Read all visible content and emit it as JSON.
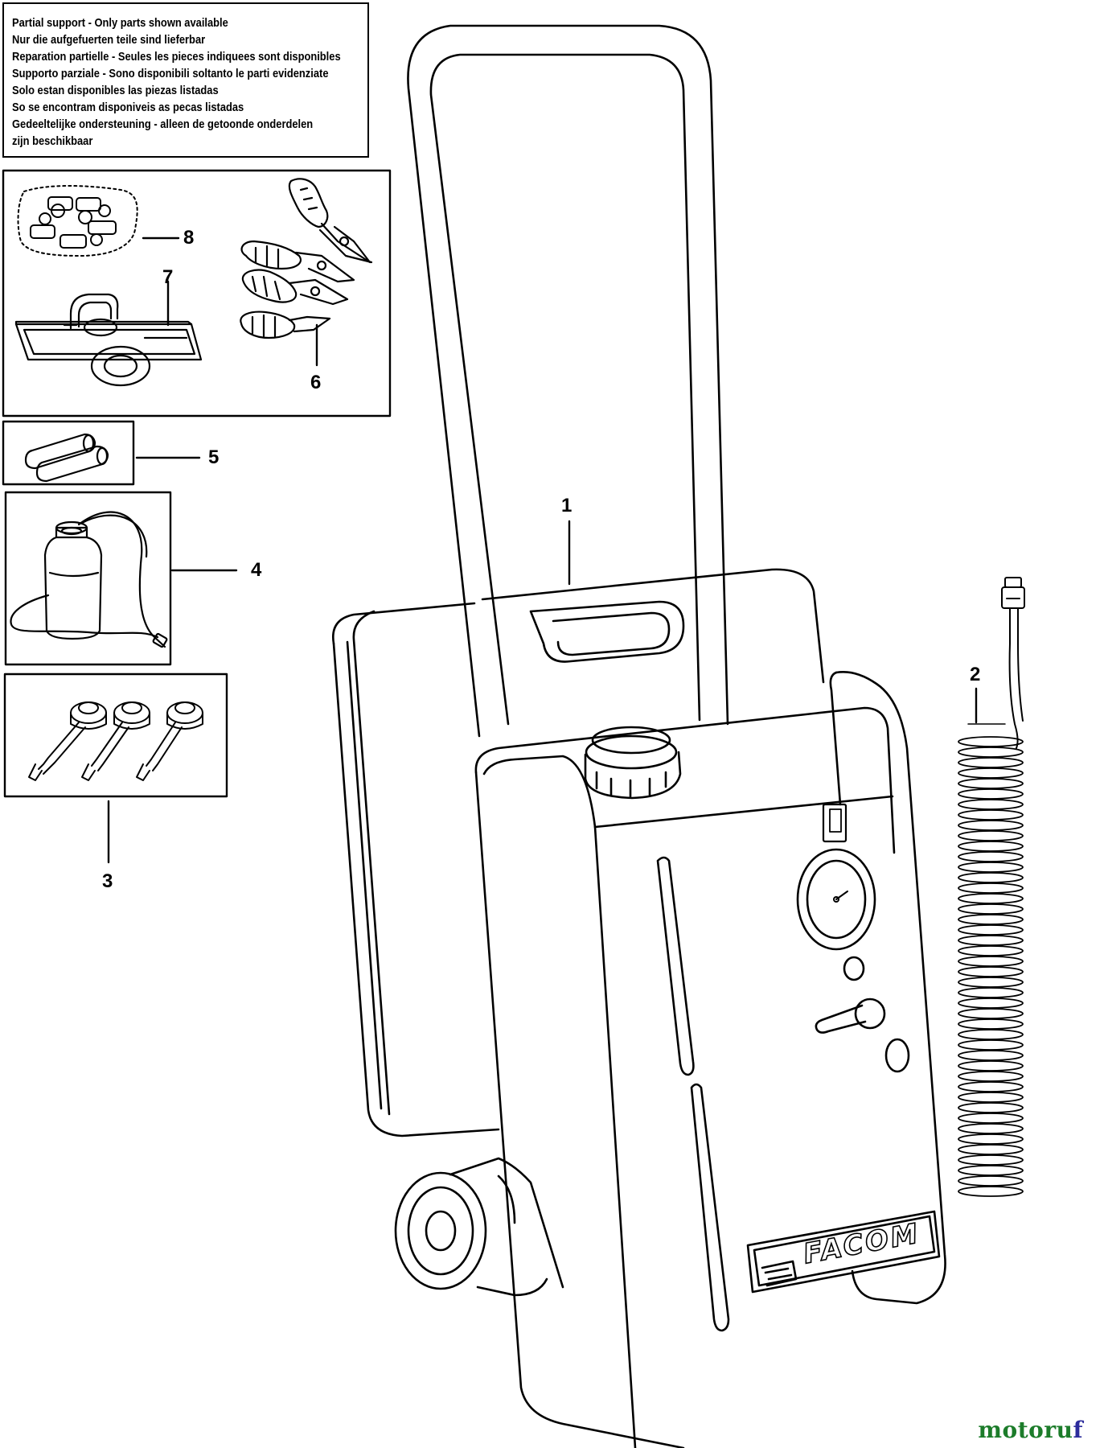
{
  "notice": {
    "lines": [
      "Partial support - Only parts shown available",
      "Nur die aufgefuerten teile sind lieferbar",
      "Reparation partielle - Seules les pieces indiquees sont disponibles",
      "Supporto parziale - Sono disponibili soltanto le parti evidenziate",
      "Solo estan disponibles las piezas listadas",
      "So se encontram disponiveis as pecas listadas",
      "Gedeeltelijke ondersteuning - alleen de getoonde onderdelen",
      "zijn beschikbaar"
    ]
  },
  "callouts": {
    "c1": "1",
    "c2": "2",
    "c3": "3",
    "c4": "4",
    "c5": "5",
    "c6": "6",
    "c7": "7",
    "c8": "8"
  },
  "brand": {
    "logo_text": "FACOM"
  },
  "watermark": {
    "part1": "motoru",
    "part2": "f"
  },
  "colors": {
    "line": "#000000",
    "watermark_green": "#1c7c2a",
    "watermark_blue": "#2c2c9c"
  }
}
